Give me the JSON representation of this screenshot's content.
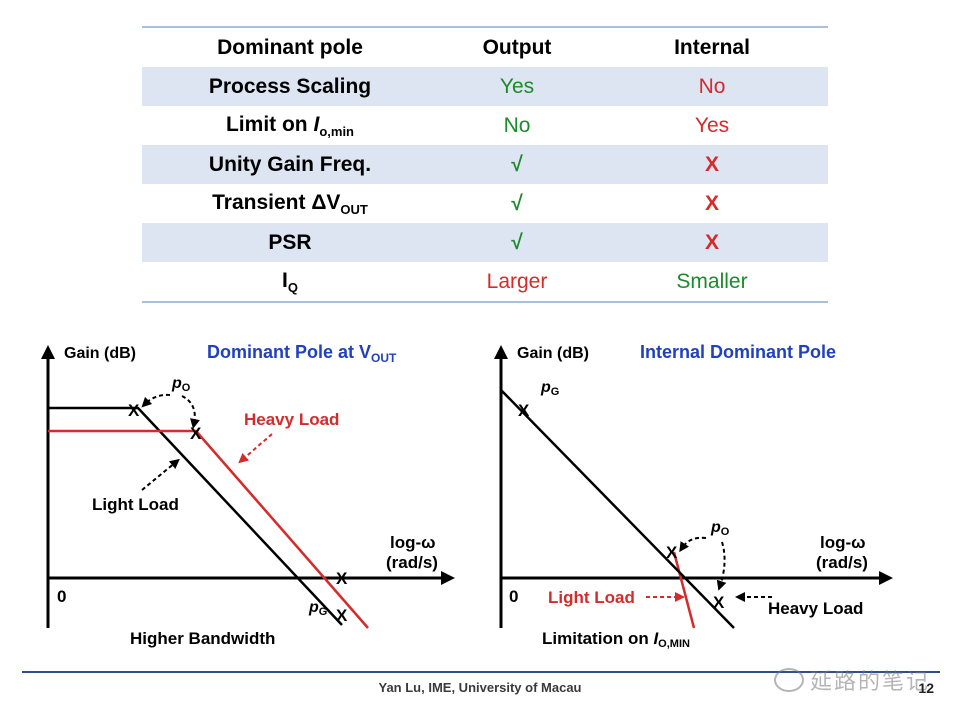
{
  "table": {
    "headers": [
      "Dominant pole",
      "Output",
      "Internal"
    ],
    "rows": [
      {
        "label": "Process Scaling",
        "output": "Yes",
        "internal": "No"
      },
      {
        "label_main": "Limit on ",
        "label_var": "I",
        "label_sub": "o,min",
        "output": "No",
        "internal": "Yes"
      },
      {
        "label": "Unity Gain Freq.",
        "output": "√",
        "internal": "X"
      },
      {
        "label_main": "Transient ΔV",
        "label_sub": "OUT",
        "output": "√",
        "internal": "X"
      },
      {
        "label": "PSR",
        "output": "√",
        "internal": "X"
      },
      {
        "label_main": "I",
        "label_sub": "Q",
        "output": "Larger",
        "internal": "Smaller"
      }
    ]
  },
  "left_plot": {
    "title_main": "Dominant Pole at V",
    "title_sub": "OUT",
    "y_label": "Gain (dB)",
    "x_label_1": "log-ω",
    "x_label_2": "(rad/s)",
    "origin": "0",
    "pole_o_letter": "p",
    "pole_o_sub": "O",
    "pole_g_letter": "p",
    "pole_g_sub": "G",
    "heavy_load": "Heavy Load",
    "light_load": "Light Load",
    "caption": "Higher Bandwidth",
    "marker": "X"
  },
  "right_plot": {
    "title": "Internal Dominant Pole",
    "y_label": "Gain (dB)",
    "x_label_1": "log-ω",
    "x_label_2": "(rad/s)",
    "origin": "0",
    "pole_g_letter": "p",
    "pole_g_sub": "G",
    "pole_o_letter": "p",
    "pole_o_sub": "O",
    "light_load": "Light Load",
    "heavy_load": "Heavy Load",
    "caption_main": "Limitation on ",
    "caption_var": "I",
    "caption_sub": "O,MIN",
    "marker": "X"
  },
  "footer": {
    "text": "Yan Lu, IME, University of Macau",
    "page": "12",
    "watermark": "延路的笔记"
  },
  "colors": {
    "green": "#1d8a2c",
    "red": "#d42b2b",
    "blue_title": "#2040c0",
    "band": "#dde5f2"
  }
}
